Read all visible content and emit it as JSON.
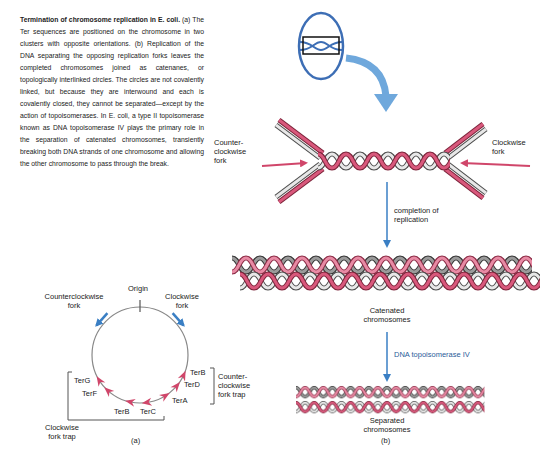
{
  "diagram": {
    "title": "Termination of chromosome replication in E. coli.",
    "caption": "(a) The Ter sequences are positioned on the chromosome in two clusters with opposite orientations. (b) Replication of the DNA separating the opposing replication forks leaves the completed chromosomes joined as catenanes, or topologically interlinked circles. The circles are not covalently linked, but because they are interwound and each is covalently closed, they cannot be separated—except by the action of topoisomerases. In E. coli, a type II topoisomerase known as DNA topoisomerase IV plays the primary role in the separation of catenated chromosomes, transiently breaking both DNA strands of one chromosome and allowing the other chromosome to pass through the break.",
    "labels": [
      "Origin",
      "Counterclockwise fork",
      "Clockwise fork",
      "TerG",
      "TerF",
      "TerB",
      "TerC",
      "TerA",
      "TerD",
      "TerB",
      "Clockwise fork trap",
      "Counter- clockwise fork trap",
      "(a)",
      "Counter- clockwise fork",
      "Clockwise fork",
      "completion of replication",
      "Catenated chromosomes",
      "DNA topoisomerase IV",
      "Separated chromosomes",
      "(b)"
    ]
  }
}
